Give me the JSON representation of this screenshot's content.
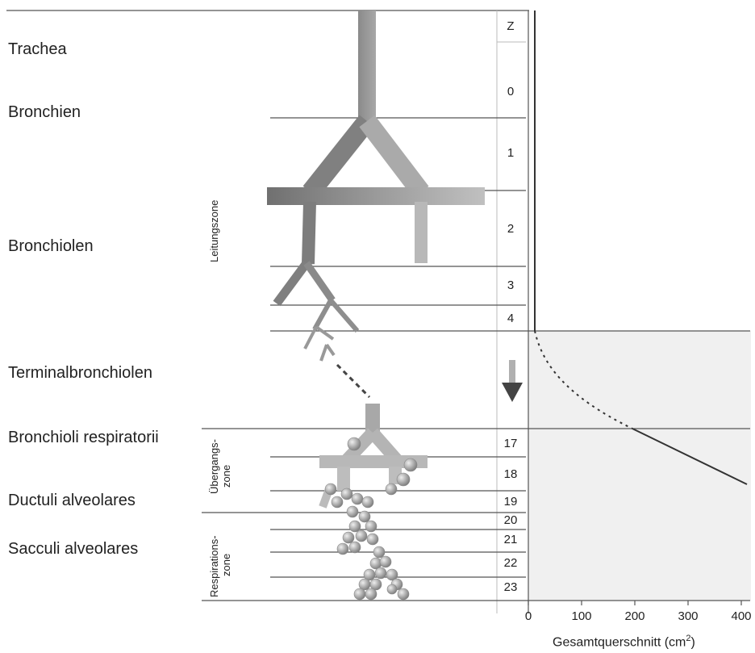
{
  "labels": {
    "trachea": "Trachea",
    "bronchien": "Bronchien",
    "bronchiolen": "Bronchiolen",
    "terminalbronchiolen": "Terminalbronchiolen",
    "bronchioli_respiratorii": "Bronchioli respiratorii",
    "ductuli_alveolares": "Ductuli alveolares",
    "sacculi_alveolares": "Sacculi alveolares"
  },
  "zones": {
    "leitungszone": "Leitungszone",
    "uebergangszone_1": "Übergangs-",
    "uebergangszone_2": "zone",
    "respirationszone_1": "Respirations-",
    "respirationszone_2": "zone"
  },
  "generation_header": "Z",
  "generations": [
    "0",
    "1",
    "2",
    "3",
    "4",
    "17",
    "18",
    "19",
    "20",
    "21",
    "22",
    "23"
  ],
  "axis": {
    "xlabel_main": "Gesamtquerschnitt (cm",
    "xlabel_sup": "2",
    "xlabel_end": ")",
    "ticks": [
      "0",
      "100",
      "200",
      "300",
      "400"
    ]
  },
  "colors": {
    "airway_dark": "#7a7a7a",
    "airway_light": "#b5b5b5",
    "shade": "#f0f0f0",
    "line": "#555555"
  }
}
